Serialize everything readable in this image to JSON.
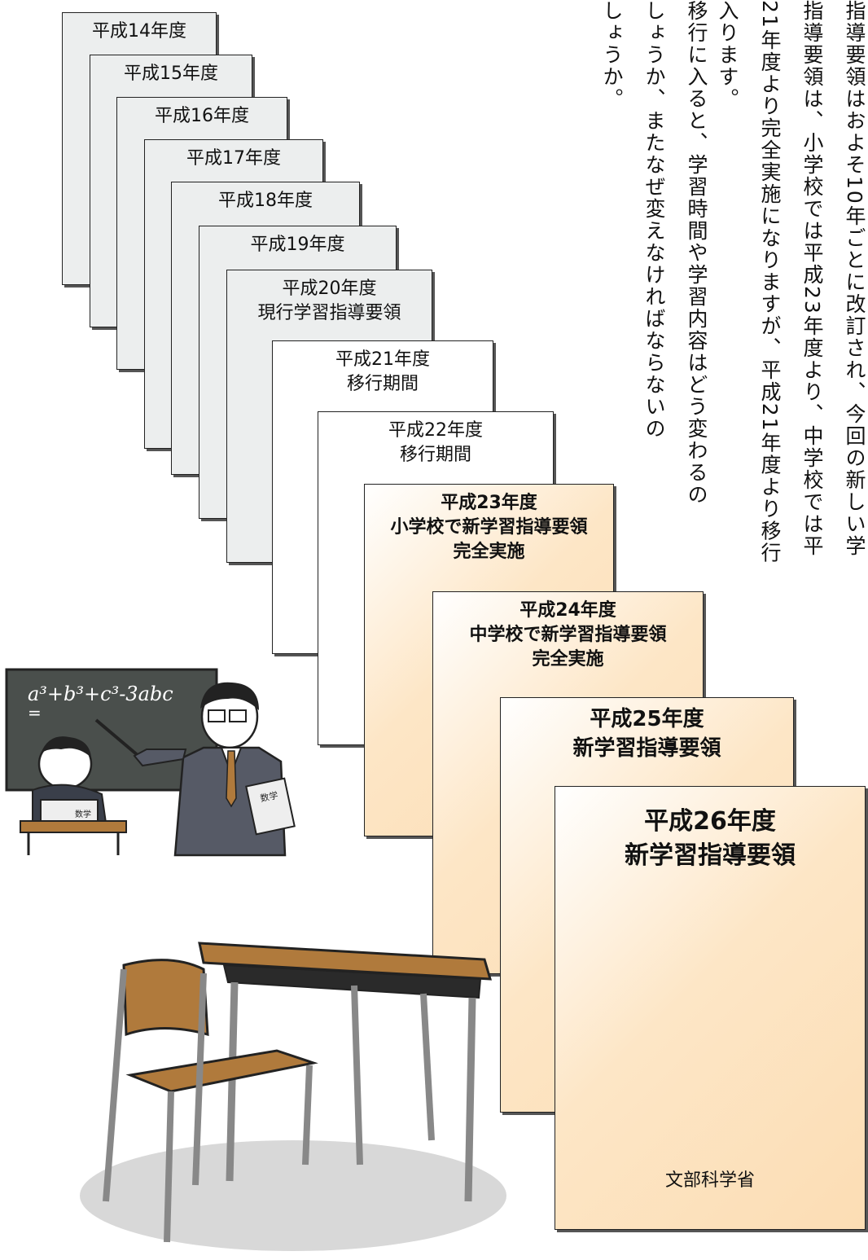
{
  "intro_text": {
    "columns": [
      "指導要領はおよそ10年ごとに改訂され、今回の新しい学",
      "指導要領は、小学校では平成23年度より、中学校では平",
      "21年度より完全実施になりますが、平成21年度より移行",
      "入ります。",
      "移行に入ると、学習時間や学習内容はどう変わるの",
      "しょうか、またなぜ変えなければならないの",
      "しょうか。"
    ]
  },
  "timeline": [
    {
      "lines": [
        "平成14年度"
      ],
      "style": "old"
    },
    {
      "lines": [
        "平成15年度"
      ],
      "style": "old"
    },
    {
      "lines": [
        "平成16年度"
      ],
      "style": "old"
    },
    {
      "lines": [
        "平成17年度"
      ],
      "style": "old"
    },
    {
      "lines": [
        "平成18年度"
      ],
      "style": "old"
    },
    {
      "lines": [
        "平成19年度"
      ],
      "style": "old"
    },
    {
      "lines": [
        "平成20年度",
        "現行学習指導要領"
      ],
      "style": "old"
    },
    {
      "lines": [
        "平成21年度",
        "移行期間"
      ],
      "style": "mid"
    },
    {
      "lines": [
        "平成22年度",
        "移行期間"
      ],
      "style": "mid"
    },
    {
      "lines": [
        "平成23年度",
        "小学校で新学習指導要領",
        "完全実施"
      ],
      "style": "new"
    },
    {
      "lines": [
        "平成24年度",
        "中学校で新学習指導要領",
        "完全実施"
      ],
      "style": "new"
    },
    {
      "lines": [
        "平成25年度",
        "新学習指導要領"
      ],
      "style": "new"
    },
    {
      "lines": [
        "平成26年度",
        "新学習指導要領"
      ],
      "style": "new",
      "footer": "文部科学省"
    }
  ],
  "illustration": {
    "blackboard_formula": "a³+b³+c³-3abc",
    "blackboard_eq": "=",
    "book_label": "数学"
  },
  "colors": {
    "old_card": "#eceeee",
    "new_card": "#fcddb4",
    "chalkboard": "#4a4f4c",
    "desk_wood": "#b07a3c"
  }
}
